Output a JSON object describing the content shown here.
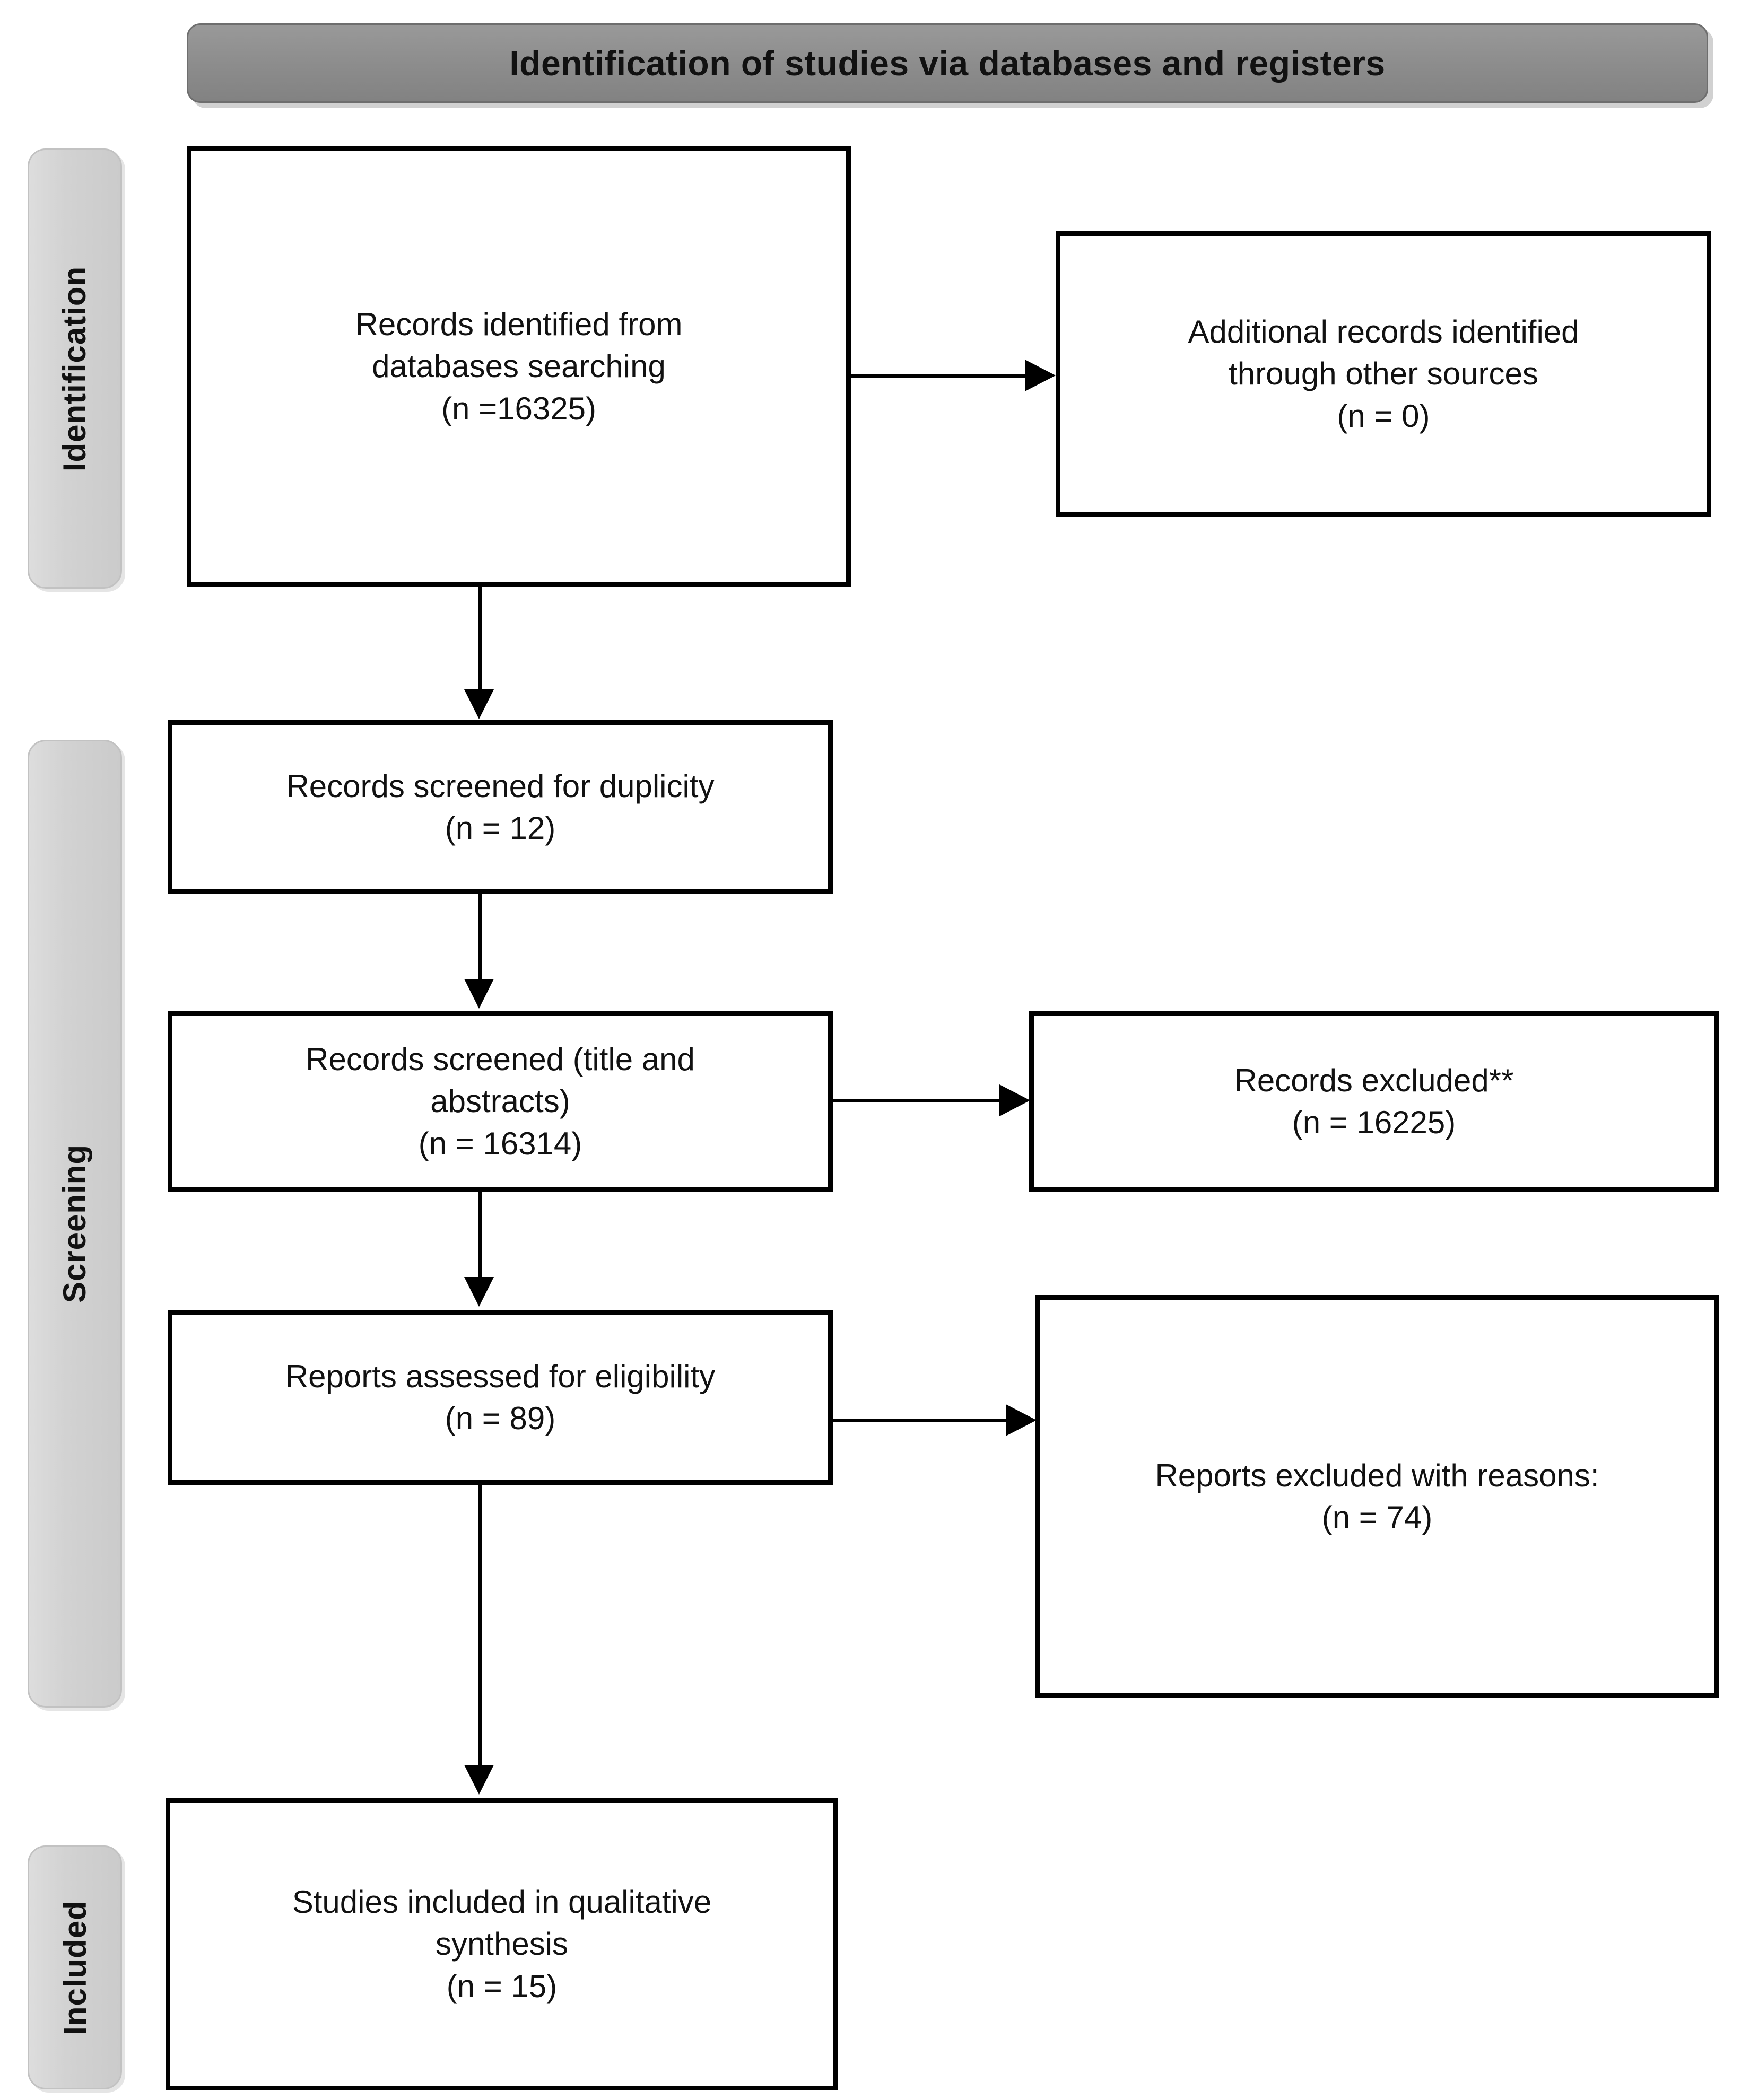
{
  "header": {
    "title": "Identification of studies via databases and registers"
  },
  "stages": [
    {
      "id": "identification",
      "label": "Identification"
    },
    {
      "id": "screening",
      "label": "Screening"
    },
    {
      "id": "included",
      "label": "Included"
    }
  ],
  "boxes": {
    "identified": {
      "text": "Records identified from\ndatabases searching\n(n =16325)"
    },
    "additional": {
      "text": "Additional records identified\nthrough other sources\n(n = 0)"
    },
    "duplicity": {
      "text": "Records screened for duplicity\n(n = 12)"
    },
    "screened_title": {
      "text": "Records screened (title and\nabstracts)\n(n = 16314)"
    },
    "records_excluded": {
      "text": "Records excluded**\n(n = 16225)"
    },
    "eligibility": {
      "text": "Reports assessed for eligibility\n(n = 89)"
    },
    "reports_excluded": {
      "text": "Reports excluded with reasons:\n(n = 74)"
    },
    "included_studies": {
      "text": "Studies included in qualitative\nsynthesis\n(n = 15)"
    }
  },
  "chart_data": {
    "type": "diagram",
    "title": "Identification of studies via databases and registers",
    "diagram_kind": "PRISMA flow diagram",
    "stages": [
      "Identification",
      "Screening",
      "Included"
    ],
    "nodes": [
      {
        "id": "identified",
        "stage": "Identification",
        "label": "Records identified from databases searching",
        "n": 16325
      },
      {
        "id": "additional",
        "stage": "Identification",
        "label": "Additional records identified through other sources",
        "n": 0
      },
      {
        "id": "duplicity",
        "stage": "Screening",
        "label": "Records screened for duplicity",
        "n": 12
      },
      {
        "id": "screened_title",
        "stage": "Screening",
        "label": "Records screened (title and abstracts)",
        "n": 16314
      },
      {
        "id": "records_excluded",
        "stage": "Screening",
        "label": "Records excluded**",
        "n": 16225
      },
      {
        "id": "eligibility",
        "stage": "Screening",
        "label": "Reports assessed for eligibility",
        "n": 89
      },
      {
        "id": "reports_excluded",
        "stage": "Screening",
        "label": "Reports excluded with reasons:",
        "n": 74
      },
      {
        "id": "included_studies",
        "stage": "Included",
        "label": "Studies included in qualitative synthesis",
        "n": 15
      }
    ],
    "edges": [
      {
        "from": "identified",
        "to": "additional",
        "direction": "right"
      },
      {
        "from": "identified",
        "to": "duplicity",
        "direction": "down"
      },
      {
        "from": "duplicity",
        "to": "screened_title",
        "direction": "down"
      },
      {
        "from": "screened_title",
        "to": "records_excluded",
        "direction": "right"
      },
      {
        "from": "screened_title",
        "to": "eligibility",
        "direction": "down"
      },
      {
        "from": "eligibility",
        "to": "reports_excluded",
        "direction": "right"
      },
      {
        "from": "eligibility",
        "to": "included_studies",
        "direction": "down"
      }
    ],
    "colors": {
      "header_band": "#8e8e8e",
      "stage_pill": "#d2d2d2",
      "box_border": "#000000",
      "box_fill": "#ffffff",
      "text": "#111111"
    }
  }
}
